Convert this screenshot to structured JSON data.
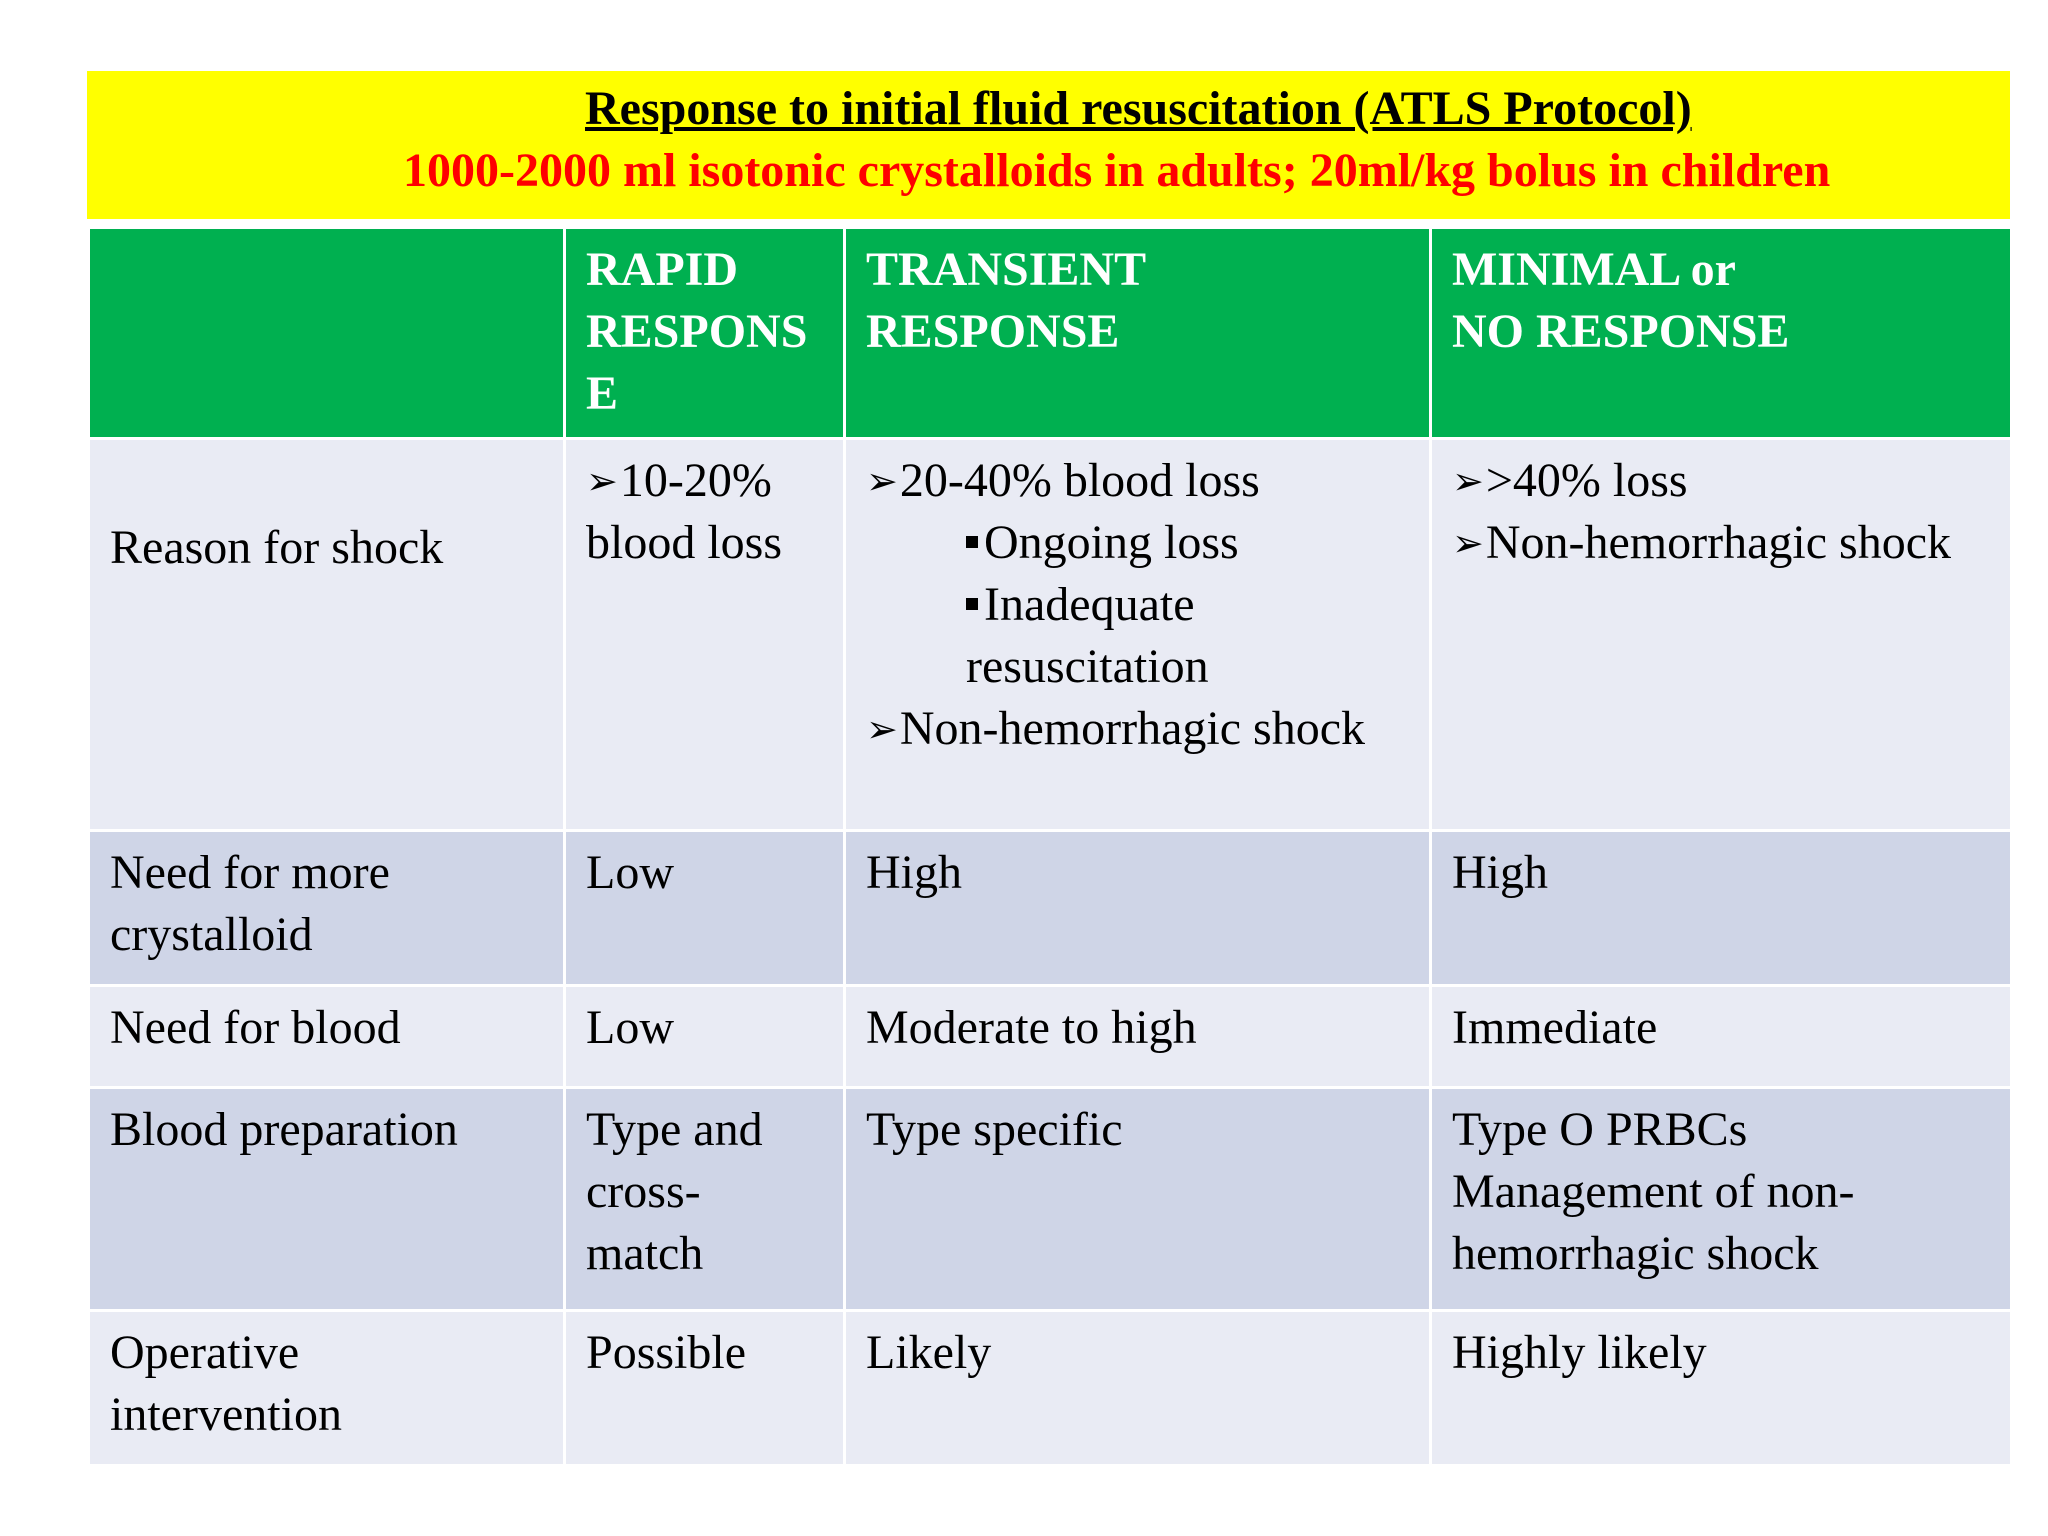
{
  "banner": {
    "title": "Response to initial fluid resuscitation (ATLS Protocol)",
    "subtitle": "1000-2000 ml isotonic crystalloids in adults; 20ml/kg bolus in children",
    "background_color": "#ffff00",
    "subtitle_color": "#ff0000"
  },
  "table": {
    "header_color": "#00b050",
    "headers": {
      "rapid": [
        "RAPID",
        "RESPONS",
        "E"
      ],
      "transient": [
        "TRANSIENT",
        "RESPONSE"
      ],
      "minimal": [
        "MINIMAL or",
        "NO RESPONSE"
      ]
    },
    "rows": {
      "reason": {
        "label": "Reason for shock",
        "rapid": [
          "10-20%",
          "blood loss"
        ],
        "transient_bullet1": "20-40% blood loss",
        "transient_sub1": "Ongoing loss",
        "transient_sub2": "Inadequate",
        "transient_sub2_cont": "resuscitation",
        "transient_bullet2": "Non-hemorrhagic shock",
        "minimal_bullet1": ">40% loss",
        "minimal_bullet2": "Non-hemorrhagic shock"
      },
      "crystalloid": {
        "label": [
          "Need for more",
          "crystalloid"
        ],
        "rapid": "Low",
        "transient": "High",
        "minimal": "High"
      },
      "blood": {
        "label": "Need for blood",
        "rapid": "Low",
        "transient": "Moderate to high",
        "minimal": "Immediate"
      },
      "preparation": {
        "label": "Blood preparation",
        "rapid": [
          "Type and",
          "cross-",
          "match"
        ],
        "transient": "Type specific",
        "minimal": [
          "Type O PRBCs",
          "Management of non-",
          "hemorrhagic shock"
        ]
      },
      "operative": {
        "label": [
          "Operative",
          "intervention"
        ],
        "rapid": "Possible",
        "transient": "Likely",
        "minimal": "Highly likely"
      }
    }
  }
}
